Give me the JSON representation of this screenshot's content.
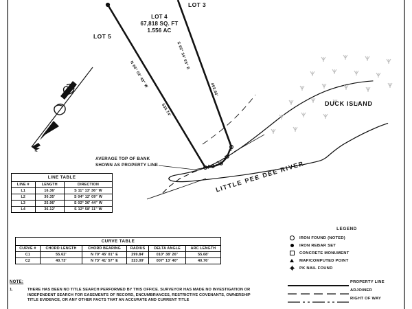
{
  "document": {
    "type": "survey-plat",
    "sheet_background": "#ffffff",
    "ink_color": "#111111"
  },
  "plan": {
    "lots": [
      {
        "id": "lot-3",
        "label": "LOT 3"
      },
      {
        "id": "lot-4",
        "label": "LOT 4"
      },
      {
        "id": "lot-5",
        "label": "LOT 5"
      }
    ],
    "subject_lot": {
      "label": "LOT 4",
      "area_sqft": "67,818 SQ. FT",
      "area_acres": "1.556 AC"
    },
    "bearings": [
      {
        "id": "east-line-bearing",
        "text": "S 65° 34' 05\" E"
      },
      {
        "id": "east-line-distance",
        "text": "453.66'"
      },
      {
        "id": "west-line-bearing",
        "text": "N 66° 03' 48\" W"
      },
      {
        "id": "west-line-distance",
        "text": "539.74'"
      }
    ],
    "point_labels": [
      "L1",
      "L2",
      "L3",
      "L4"
    ],
    "annotations": [
      {
        "id": "top-of-bank-note",
        "line1": "AVERAGE TOP OF BANK",
        "line2": "SHOWN AS PROPERTY LINE"
      }
    ],
    "features": [
      {
        "id": "duck-island",
        "label": "DUCK ISLAND"
      },
      {
        "id": "little-pee-dee-river",
        "label": "LITTLE PEE DEE RIVER"
      }
    ]
  },
  "line_table": {
    "title": "LINE TABLE",
    "columns": [
      "LINE #",
      "LENGTH",
      "DIRECTION"
    ],
    "rows": [
      {
        "line": "L1",
        "length": "16.36'",
        "direction": "S 11° 13' 36\" W"
      },
      {
        "line": "L2",
        "length": "30.35'",
        "direction": "S 04° 12' 09\" W"
      },
      {
        "line": "L3",
        "length": "25.96'",
        "direction": "S 02° 36' 44\" W"
      },
      {
        "line": "L4",
        "length": "36.12'",
        "direction": "S 12° 58' 11\" W"
      }
    ]
  },
  "curve_table": {
    "title": "CURVE TABLE",
    "columns": [
      "CURVE #",
      "CHORD LENGTH",
      "CHORD BEARING",
      "RADIUS",
      "DELTA ANGLE",
      "ARC LENGTH"
    ],
    "rows": [
      {
        "curve": "C1",
        "chord_length": "55.62'",
        "chord_bearing": "N 70° 45' 01\" E",
        "radius": "299.84'",
        "delta_angle": "010° 38' 26\"",
        "arc_length": "55.68'"
      },
      {
        "curve": "C2",
        "chord_length": "40.73'",
        "chord_bearing": "N 73° 41' 57\" E",
        "radius": "323.09'",
        "delta_angle": "007° 13' 40\"",
        "arc_length": "40.76'"
      }
    ]
  },
  "legend": {
    "title": "LEGEND",
    "symbols": [
      {
        "icon": "open-circle-icon",
        "label": "IRON FOUND (NOTED)"
      },
      {
        "icon": "filled-circle-icon",
        "label": "IRON REBAR SET"
      },
      {
        "icon": "open-square-icon",
        "label": "CONCRETE MONUMENT"
      },
      {
        "icon": "triangle-icon",
        "label": "MAP/COMPUTED POINT"
      },
      {
        "icon": "pk-nail-icon",
        "label": "PK NAIL FOUND"
      }
    ],
    "line_types": [
      {
        "style": "solid",
        "label": "PROPERTY LINE"
      },
      {
        "style": "dashed",
        "label": "ADJOINER"
      },
      {
        "style": "dash-dot",
        "label": "RIGHT OF WAY"
      }
    ]
  },
  "notes": {
    "heading": "NOTE:",
    "items": [
      {
        "number": "1.",
        "text": "THERE HAS BEEN NO TITLE SEARCH PERFORMED BY THIS OFFICE.  SURVEYOR HAS MADE NO INVESTIGATION OR INDEPENDENT SEARCH FOR EASEMENTS OF RECORD, ENCUMBRANCES, RESTRICTIVE COVENANTS, OWNERSHIP TITLE EVIDENCE, OR ANY OTHER FACTS THAT AN ACCURATE AND CURRENT TITLE"
      }
    ]
  }
}
